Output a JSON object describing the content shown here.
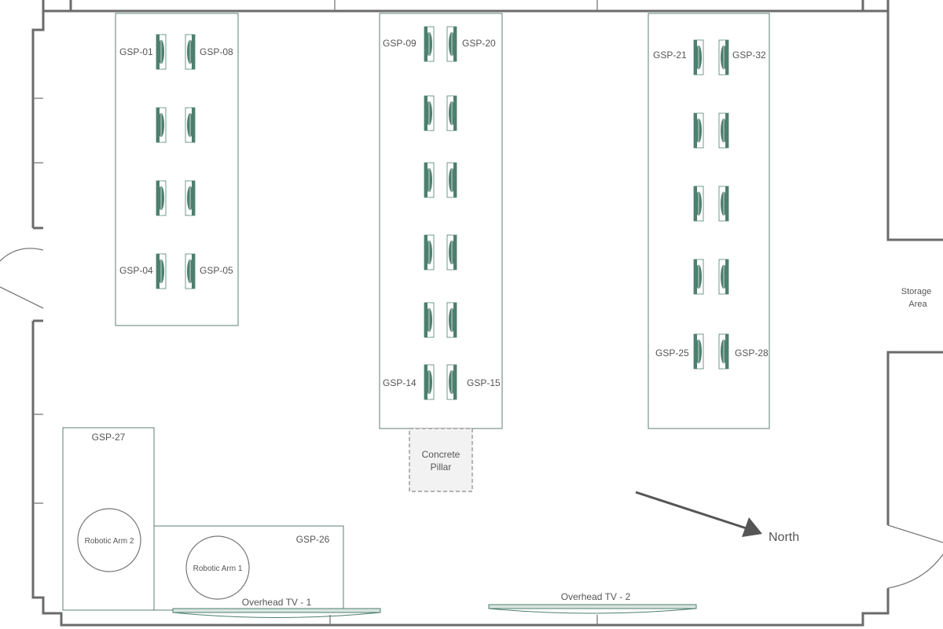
{
  "colors": {
    "wall": "#6b6b6b",
    "station": "#4d7f6e",
    "island_border": "#5e7f73",
    "text": "#555555",
    "arrow": "#555555"
  },
  "islands": [
    {
      "id": "left",
      "labels": [
        "GSP-01",
        "GSP-08",
        "GSP-04",
        "GSP-05"
      ]
    },
    {
      "id": "middle",
      "labels": [
        "GSP-09",
        "GSP-20",
        "GSP-14",
        "GSP-15"
      ]
    },
    {
      "id": "right",
      "labels": [
        "GSP-21",
        "GSP-32",
        "GSP-25",
        "GSP-28"
      ]
    }
  ],
  "robot_zone": {
    "station_top": "GSP-27",
    "station_bottom": "GSP-26",
    "arm_2": "Robotic Arm 2",
    "arm_1": "Robotic Arm 1"
  },
  "pillar": {
    "line1": "Concrete",
    "line2": "Pillar"
  },
  "storage": {
    "line1": "Storage",
    "line2": "Area"
  },
  "compass": {
    "label": "North"
  },
  "tvs": [
    {
      "label": "Overhead TV - 1"
    },
    {
      "label": "Overhead TV - 2"
    }
  ]
}
